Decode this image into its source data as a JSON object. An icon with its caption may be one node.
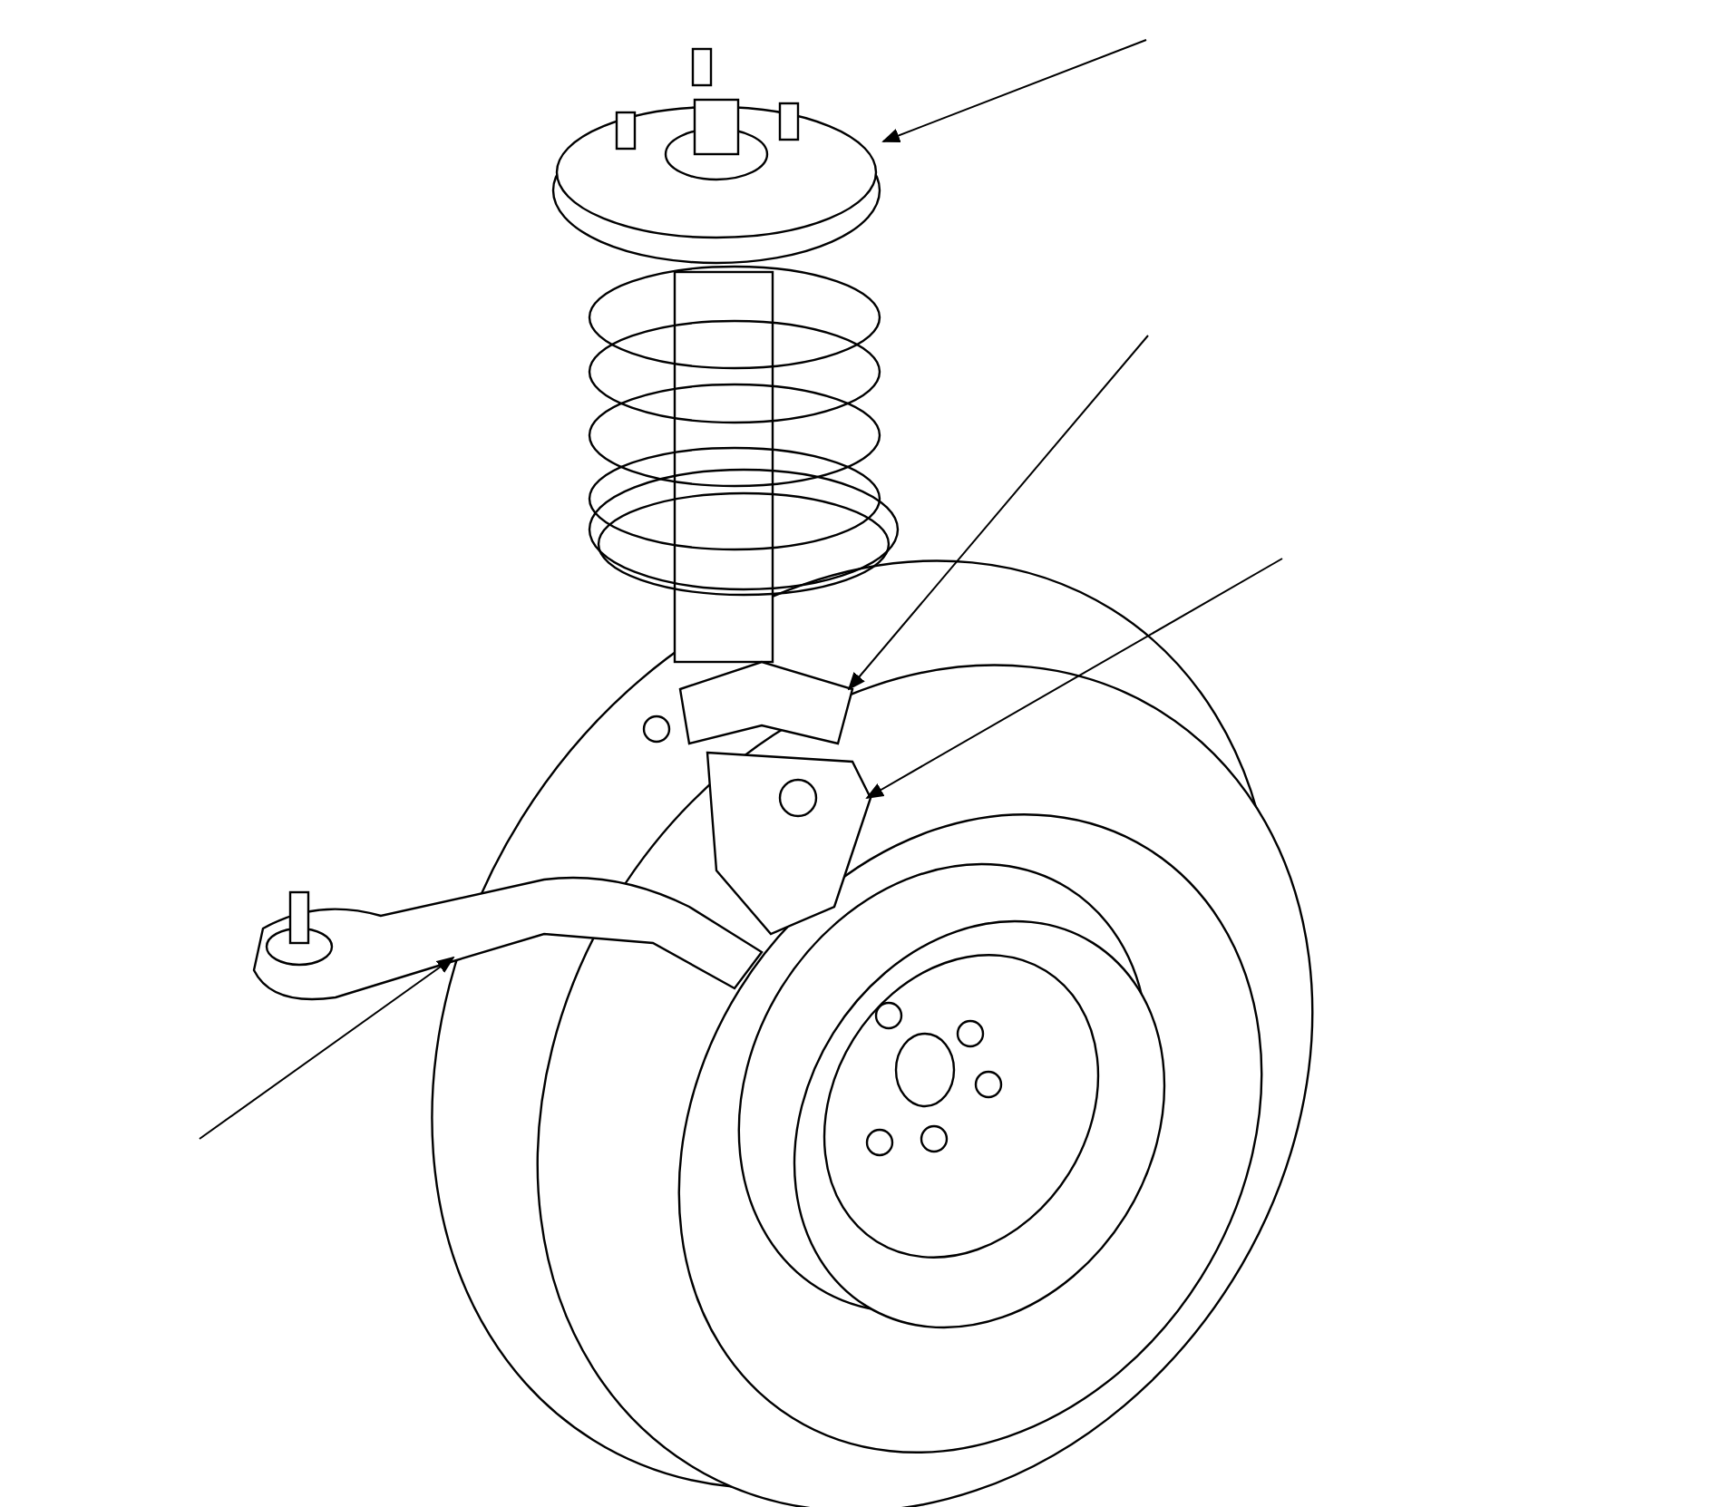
{
  "diagram": {
    "nodes": [
      {
        "text": [],
        "shape": "picture"
      },
      {
        "text": [],
        "shape": "picture"
      },
      {
        "text": [],
        "shape": "picture"
      },
      {
        "text": [],
        "shape": "picture"
      }
    ],
    "edges": [
      {
        "from": null,
        "to": 0,
        "arrow": "to"
      },
      {
        "from": null,
        "to": 1,
        "arrow": "to"
      },
      {
        "from": null,
        "to": 2,
        "arrow": "to"
      },
      {
        "from": null,
        "to": 3,
        "arrow": "to"
      }
    ]
  }
}
